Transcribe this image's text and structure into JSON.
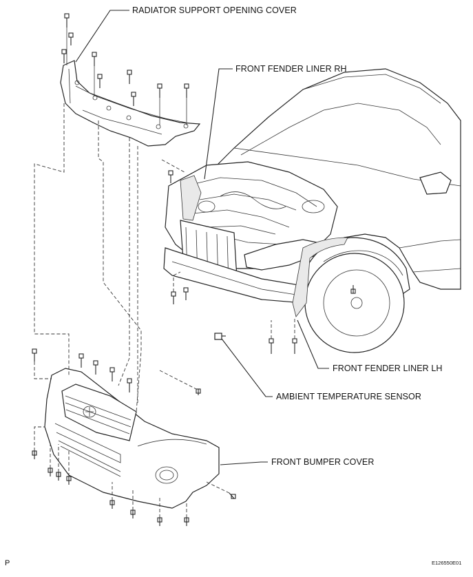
{
  "labels": {
    "radiator_cover": "RADIATOR SUPPORT OPENING COVER",
    "fender_rh": "FRONT FENDER LINER RH",
    "fender_lh": "FRONT FENDER LINER LH",
    "ambient_sensor": "AMBIENT TEMPERATURE SENSOR",
    "bumper_cover": "FRONT BUMPER COVER"
  },
  "corner_mark": "P",
  "figure_code": "E126550E01"
}
